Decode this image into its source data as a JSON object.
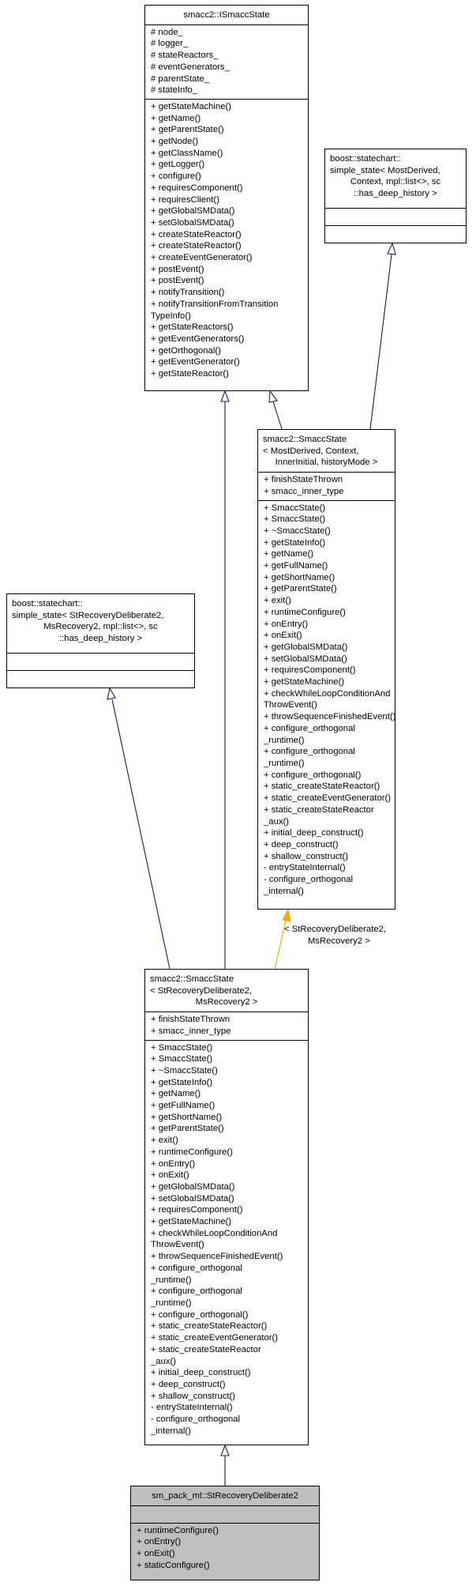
{
  "edges": {
    "label_a": "< StRecoveryDeliberate2,",
    "label_b": "MsRecovery2 >",
    "colors": {
      "inheritance": "#191970",
      "template": "#ffa500"
    }
  },
  "boxes": {
    "ismacc": {
      "title": [
        "smacc2::ISmaccState"
      ],
      "attributes": [
        "# node_",
        "# logger_",
        "# stateReactors_",
        "# eventGenerators_",
        "# parentState_",
        "# stateInfo_"
      ],
      "methods": [
        "+ getStateMachine()",
        "+ getName()",
        "+ getParentState()",
        "+ getNode()",
        "+ getClassName()",
        "+ getLogger()",
        "+ configure()",
        "+ requiresComponent()",
        "+ requiresClient()",
        "+ getGlobalSMData()",
        "+ setGlobalSMData()",
        "+ createStateReactor()",
        "+ createStateReactor()",
        "+ createEventGenerator()",
        "+ postEvent()",
        "+ postEvent()",
        "+ notifyTransition()",
        "+ notifyTransitionFromTransition",
        "TypeInfo()",
        "+ getStateReactors()",
        "+ getEventGenerators()",
        "+ getOrthogonal()",
        "+ getEventGenerator()",
        "+ getStateReactor()"
      ]
    },
    "boost_top": {
      "title": [
        "boost::statechart::",
        "simple_state< MostDerived,",
        "Context, mpl::list<>, sc",
        "::has_deep_history >"
      ]
    },
    "smacc_template": {
      "title": [
        "smacc2::SmaccState",
        "< MostDerived, Context,",
        "InnerInitial, historyMode >"
      ],
      "attributes": [
        "+ finishStateThrown",
        "+ smacc_inner_type"
      ],
      "methods": [
        "+ SmaccState()",
        "+ SmaccState()",
        "+ ~SmaccState()",
        "+ getStateInfo()",
        "+ getName()",
        "+ getFullName()",
        "+ getShortName()",
        "+ getParentState()",
        "+ exit()",
        "+ runtimeConfigure()",
        "+ onEntry()",
        "+ onExit()",
        "+ getGlobalSMData()",
        "+ setGlobalSMData()",
        "+ requiresComponent()",
        "+ getStateMachine()",
        "+ checkWhileLoopConditionAnd",
        "ThrowEvent()",
        "+ throwSequenceFinishedEvent()",
        "+ configure_orthogonal",
        "_runtime()",
        "+ configure_orthogonal",
        "_runtime()",
        "+ configure_orthogonal()",
        "+ static_createStateReactor()",
        "+ static_createEventGenerator()",
        "+ static_createStateReactor",
        "_aux()",
        "+ initial_deep_construct()",
        "+ deep_construct()",
        "+ shallow_construct()",
        "- entryStateInternal()",
        "- configure_orthogonal",
        "_internal()"
      ]
    },
    "boost_mid": {
      "title": [
        "boost::statechart::",
        "simple_state< StRecoveryDeliberate2,",
        "MsRecovery2, mpl::list<>, sc",
        "::has_deep_history >"
      ]
    },
    "smacc_inst": {
      "title": [
        "smacc2::SmaccState",
        "< StRecoveryDeliberate2,",
        "MsRecovery2 >"
      ],
      "attributes": [
        "+ finishStateThrown",
        "+ smacc_inner_type"
      ],
      "methods": [
        "+ SmaccState()",
        "+ SmaccState()",
        "+ ~SmaccState()",
        "+ getStateInfo()",
        "+ getName()",
        "+ getFullName()",
        "+ getShortName()",
        "+ getParentState()",
        "+ exit()",
        "+ runtimeConfigure()",
        "+ onEntry()",
        "+ onExit()",
        "+ getGlobalSMData()",
        "+ setGlobalSMData()",
        "+ requiresComponent()",
        "+ getStateMachine()",
        "+ checkWhileLoopConditionAnd",
        "ThrowEvent()",
        "+ throwSequenceFinishedEvent()",
        "+ configure_orthogonal",
        "_runtime()",
        "+ configure_orthogonal",
        "_runtime()",
        "+ configure_orthogonal()",
        "+ static_createStateReactor()",
        "+ static_createEventGenerator()",
        "+ static_createStateReactor",
        "_aux()",
        "+ initial_deep_construct()",
        "+ deep_construct()",
        "+ shallow_construct()",
        "- entryStateInternal()",
        "- configure_orthogonal",
        "_internal()"
      ]
    },
    "main": {
      "title": [
        "sm_pack_ml::StRecoveryDeliberate2"
      ],
      "methods": [
        "+ runtimeConfigure()",
        "+ onEntry()",
        "+ onExit()",
        "+ staticConfigure()"
      ]
    }
  }
}
